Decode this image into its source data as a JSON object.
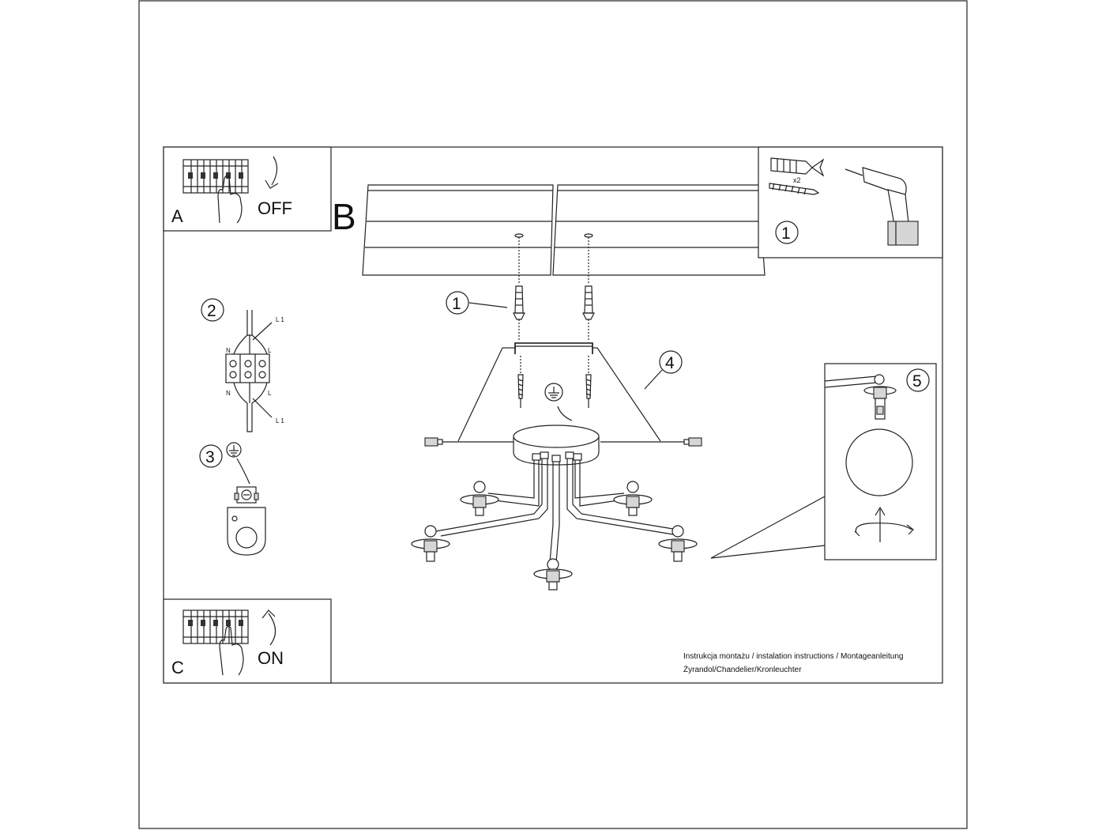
{
  "panels": {
    "a": {
      "letter": "A",
      "word": "OFF"
    },
    "c": {
      "letter": "C",
      "word": "ON"
    },
    "b": {
      "letter": "B"
    }
  },
  "steps": {
    "step1": "1",
    "step1_tools": "1",
    "step2": "2",
    "step3": "3",
    "step4": "4",
    "step5": "5"
  },
  "tools": {
    "quantity": "x2"
  },
  "wiring": {
    "label_n_top": "N",
    "label_l_top": "L",
    "label_l1_top": "L 1",
    "label_n_bottom": "N",
    "label_l_bottom": "L",
    "label_l1_bottom": "L 1"
  },
  "footer": {
    "line1": "Instrukcja montażu / instalation instructions / Montageanleitung",
    "line2": "Żyrandol/Chandelier/Kronleuchter"
  }
}
